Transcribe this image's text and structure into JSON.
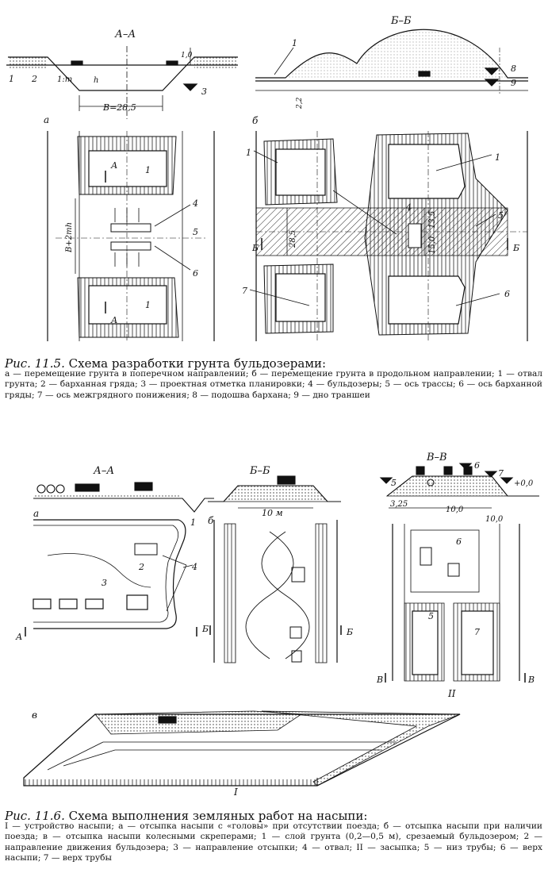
{
  "fig5": {
    "labels": {
      "sec_aa": "А–А",
      "sec_bb": "Б–Б",
      "sub_a": "а",
      "sub_b": "б",
      "width": "B=28,5",
      "slope": "1:m",
      "h": "h",
      "dim_1_0": "1,0",
      "dim_2_2": "2,2",
      "plan_width": "B+2mh",
      "dim_28_5": "28,5",
      "dim_13_5": "13,5",
      "dim_15_0": "15,0",
      "n1": "1",
      "n2": "2",
      "n3": "3",
      "n4": "4",
      "n5": "5",
      "n6": "6",
      "n7": "7",
      "n8": "8",
      "n9": "9",
      "mark_a": "А",
      "mark_b": "Б"
    },
    "caption": {
      "number": "Рис. 11.5.",
      "title": "Схема разработки грунта бульдозерами:",
      "text": "а — перемещение грунта в поперечном направлении; б — перемещение грунта в продольном направлении; 1 — отвал грунта; 2 — барханная гряда; 3 — проектная отметка планировки; 4 — бульдозеры; 5 — ось трассы; 6 — ось барханной гряды; 7 — ось межгрядного понижения; 8 — подошва бархана; 9 — дно траншеи"
    }
  },
  "fig6": {
    "labels": {
      "sec_aa": "А–А",
      "sec_bb": "Б–Б",
      "sec_vv": "В–В",
      "sub_a": "а",
      "sub_b": "б",
      "sub_v": "в",
      "roman_1": "I",
      "roman_2": "II",
      "dim_10m": "10 м",
      "dim_3_25": "3,25",
      "dim_10_0": "10,0",
      "plus_0": "+0,0",
      "n1": "1",
      "n2": "2",
      "n3": "3",
      "n4": "4",
      "n5": "5",
      "n6": "6",
      "n7": "7",
      "mark_a": "А",
      "mark_b": "Б",
      "mark_v": "В"
    },
    "caption": {
      "number": "Рис. 11.6.",
      "title": "Схема выполнения земляных работ на насыпи:",
      "text": "I — устройство насыпи; а — отсыпка насыпи с «головы» при отсутствии поезда; б — отсыпка насыпи при наличии поезда; в — отсыпка насыпи колесными скреперами; 1 — слой грунта (0,2—0,5 м), срезаемый бульдозером; 2 — направление движения бульдозера; 3 — направление отсыпки; 4 — отвал; II — засыпка; 5 — низ трубы; 6 — верх насыпи; 7 — верх трубы"
    }
  }
}
